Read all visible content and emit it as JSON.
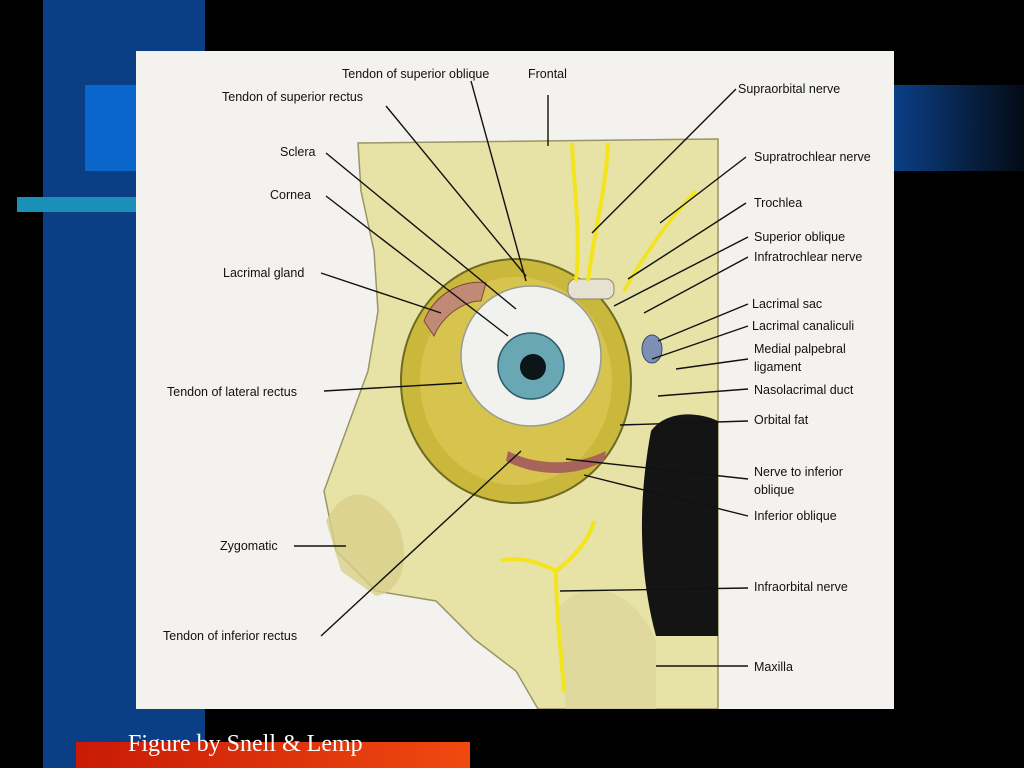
{
  "colors": {
    "background": "#000000",
    "stripe_dark_blue": "#0a3f86",
    "stripe_bright_blue": "#0b66cc",
    "cyan_bar": "#1a8fb7",
    "caption_bar": "#d8300a",
    "figure_bg": "#f4f2ee"
  },
  "figure": {
    "labels": {
      "tendon_sup_oblique": "Tendon of superior oblique",
      "frontal": "Frontal",
      "tendon_sup_rectus": "Tendon of superior rectus",
      "sclera": "Sclera",
      "cornea": "Cornea",
      "lacrimal_gland": "Lacrimal gland",
      "tendon_lat_rectus": "Tendon of lateral rectus",
      "zygomatic": "Zygomatic",
      "tendon_inf_rectus": "Tendon of inferior rectus",
      "supraorbital_nerve": "Supraorbital nerve",
      "supratrochlear_nerve": "Supratrochlear nerve",
      "trochlea": "Trochlea",
      "superior_oblique": "Superior oblique",
      "infratrochlear_nerve": "Infratrochlear nerve",
      "lacrimal_sac": "Lacrimal sac",
      "lacrimal_canaliculi": "Lacrimal canaliculi",
      "medial_palpebral_1": "Medial palpebral",
      "medial_palpebral_2": "ligament",
      "nasolacrimal_duct": "Nasolacrimal duct",
      "orbital_fat": "Orbital fat",
      "nerve_inf_oblique_1": "Nerve to inferior",
      "nerve_inf_oblique_2": "oblique",
      "inferior_oblique": "Inferior oblique",
      "infraorbital_nerve": "Infraorbital nerve",
      "maxilla": "Maxilla"
    }
  },
  "caption": "Figure by Snell & Lemp"
}
